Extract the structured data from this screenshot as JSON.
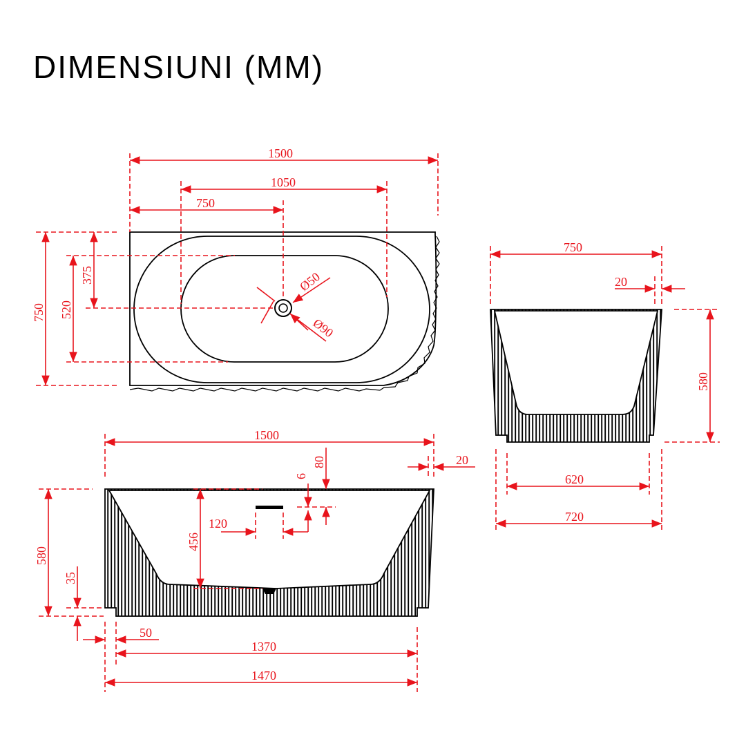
{
  "title": "DIMENSIUNI (MM)",
  "colors": {
    "dimension": "#e8141c",
    "outline": "#000000",
    "background": "#ffffff"
  },
  "top_view": {
    "overall_length": "1500",
    "inner_length": "1050",
    "drain_offset": "750",
    "overall_width": "750",
    "inner_width": "520",
    "drain_center_offset": "375",
    "drain_diameter": "Ø50",
    "overflow_diameter": "Ø90"
  },
  "side_view": {
    "overall_width": "750",
    "wall_offset": "20",
    "height": "580",
    "base_width": "620",
    "plinth_width": "720"
  },
  "front_view": {
    "overall_length": "1500",
    "wall_offset": "20",
    "overflow_height": "80",
    "overflow_size": "6",
    "overflow_width": "120",
    "inner_depth": "456",
    "height": "580",
    "plinth_height": "35",
    "plinth_inset": "50",
    "base_length": "1370",
    "plinth_length": "1470"
  }
}
